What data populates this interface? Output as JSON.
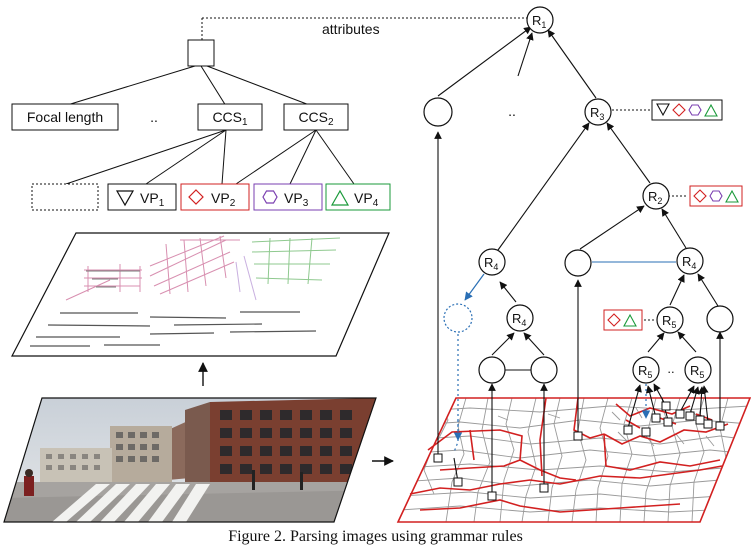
{
  "caption": "Figure 2. Parsing images using grammar rules",
  "labels": {
    "attributes": "attributes",
    "focal_length": "Focal length",
    "ellipsis_left": "..",
    "ellipsis_center": "..",
    "ellipsis_r5": ".."
  },
  "ccs": [
    {
      "prefix": "CCS",
      "sub": "1"
    },
    {
      "prefix": "CCS",
      "sub": "2"
    }
  ],
  "vanishing_points": [
    {
      "prefix": "VP",
      "sub": "1",
      "shape": "triangle-down",
      "color": "#111111"
    },
    {
      "prefix": "VP",
      "sub": "2",
      "shape": "diamond",
      "color": "#d22020"
    },
    {
      "prefix": "VP",
      "sub": "3",
      "shape": "hexagon",
      "color": "#7a3fb0"
    },
    {
      "prefix": "VP",
      "sub": "4",
      "shape": "triangle-up",
      "color": "#1a9a3a"
    }
  ],
  "rule_nodes": {
    "r1": {
      "prefix": "R",
      "sub": "1"
    },
    "r2": {
      "prefix": "R",
      "sub": "2"
    },
    "r3": {
      "prefix": "R",
      "sub": "3"
    },
    "r4a": {
      "prefix": "R",
      "sub": "4"
    },
    "r4b": {
      "prefix": "R",
      "sub": "4"
    },
    "r4c": {
      "prefix": "R",
      "sub": "4"
    },
    "r5a": {
      "prefix": "R",
      "sub": "5"
    },
    "r5b": {
      "prefix": "R",
      "sub": "5"
    },
    "r5c": {
      "prefix": "R",
      "sub": "5"
    }
  },
  "colors": {
    "line": "#111111",
    "red": "#d22020",
    "purple": "#7a3fb0",
    "green": "#1a9a3a",
    "blue": "#2a6fb5",
    "mesh": "#9a9a9a"
  },
  "icons": {
    "photo": "street-photo-image",
    "sketch": "edge-sketch-image",
    "mesh": "superpixel-partition-image"
  }
}
